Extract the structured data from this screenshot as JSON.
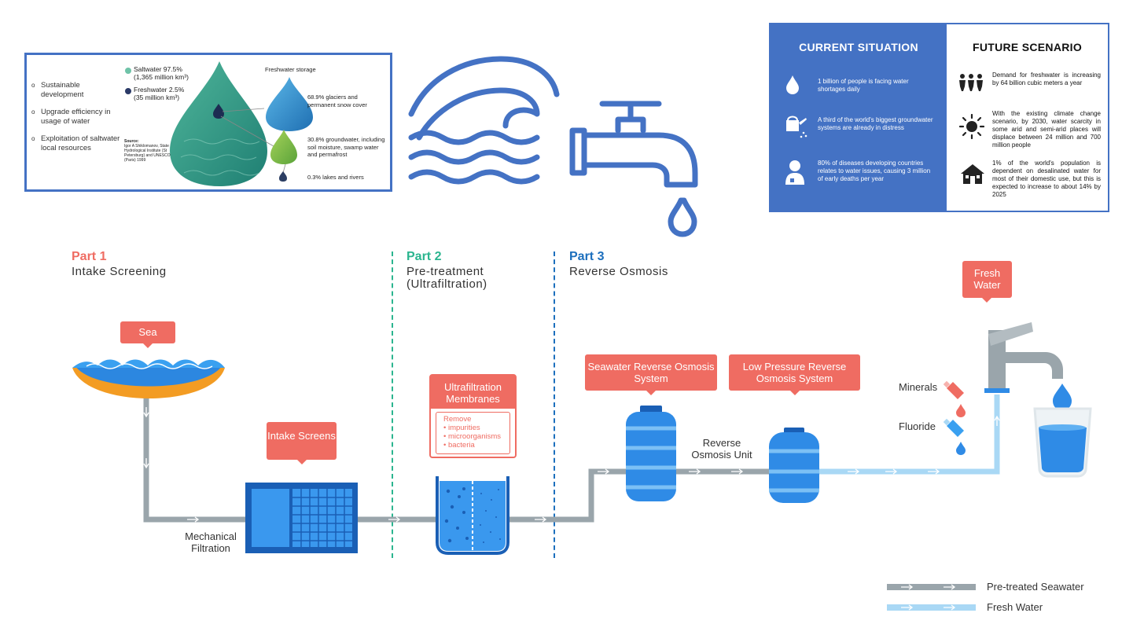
{
  "water_info": {
    "goals": [
      "Sustainable development",
      "Upgrade efficiency in usage of water",
      "Exploitation of saltwater local resources"
    ],
    "saltwater": {
      "label": "Saltwater 97.5%",
      "amount": "(1,365 million km³)",
      "color": "#6fc3a8"
    },
    "freshwater": {
      "label": "Freshwater 2.5%",
      "amount": "(35 million km³)",
      "color": "#2b3a67"
    },
    "storage_title": "Freshwater storage",
    "storage": [
      {
        "text": "68.9% glaciers and permanent snow cover"
      },
      {
        "text": "30.8% groundwater, including soil moisture, swamp water and permafrost"
      },
      {
        "text": "0.3% lakes and rivers"
      }
    ],
    "source_title": "Source:",
    "source_text": "Igor A Shiklomanov, State Hydrological Institute (St Petersburg) and UNESCO (Paris) 1999"
  },
  "current_situation": {
    "title": "CURRENT SITUATION",
    "items": [
      {
        "icon": "water-drop-icon",
        "text": "1 billion of people is facing water shortages daily"
      },
      {
        "icon": "watering-can-icon",
        "text": "A third of the world's biggest groundwater systems are already in distress"
      },
      {
        "icon": "doctor-icon",
        "text": "80% of diseases developing countries relates to water issues, causing 3 million of early deaths per year"
      }
    ]
  },
  "future_scenario": {
    "title": "FUTURE SCENARIO",
    "items": [
      {
        "icon": "people-icon",
        "text": "Demand for freshwater is increasing by 64 billion cubic meters a year"
      },
      {
        "icon": "sun-icon",
        "text": "With the existing climate change scenario, by 2030, water scarcity in some arid and semi-arid places will displace between 24 million and 700 million people"
      },
      {
        "icon": "house-icon",
        "text": "1% of the world's population is dependent on desalinated water for most of their domestic use, but this is expected to increase to about 14% by 2025"
      }
    ]
  },
  "parts": [
    {
      "num": "Part 1",
      "title": "Intake Screening",
      "color": "#ef6c62"
    },
    {
      "num": "Part 2",
      "title": "Pre-treatment (Ultrafiltration)",
      "color": "#2bb58f"
    },
    {
      "num": "Part 3",
      "title": "Reverse Osmosis",
      "color": "#1c6fbd"
    }
  ],
  "tags": {
    "sea": "Sea",
    "intake_screens": "Intake Screens",
    "uf_membranes": "Ultrafiltration Membranes",
    "swro": "Seawater Reverse Osmosis System",
    "lpro": "Low Pressure Reverse Osmosis System",
    "fresh_water": "Fresh Water"
  },
  "uf_remove": {
    "title": "Remove",
    "items": [
      "• impurities",
      "• microorganisms",
      "• bacteria"
    ]
  },
  "labels": {
    "mechanical_filtration": "Mechanical Filtration",
    "ro_unit": "Reverse Osmosis Unit",
    "minerals": "Minerals",
    "fluoride": "Fluoride"
  },
  "legend": [
    {
      "label": "Pre-treated Seawater",
      "color": "#9aa5ab"
    },
    {
      "label": "Fresh Water",
      "color": "#a9d8f5"
    }
  ],
  "colors": {
    "accent_blue": "#4472c4",
    "tag_red": "#ef6c62",
    "tank_blue": "#2f8be6",
    "pipe_gray": "#9aa5ab",
    "pipe_light": "#a9d8f5"
  }
}
